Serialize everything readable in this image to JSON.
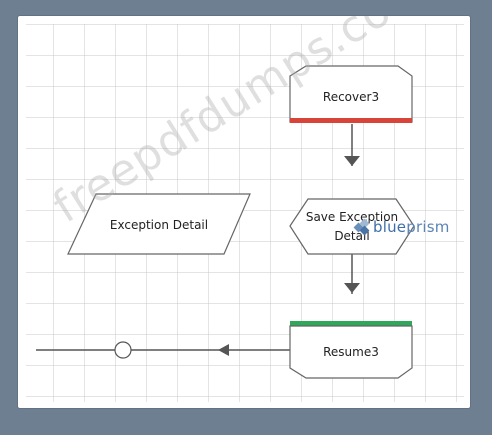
{
  "diagram": {
    "stages": [
      {
        "id": "recover",
        "label": "Recover3",
        "type": "recover"
      },
      {
        "id": "save-exception",
        "label_lines": [
          "Save Exception",
          "Detail"
        ],
        "type": "calculation"
      },
      {
        "id": "exception-detail",
        "label": "Exception Detail",
        "type": "data-item"
      },
      {
        "id": "resume",
        "label": "Resume3",
        "type": "resume"
      }
    ],
    "colors": {
      "recover_bar": "#d9443a",
      "resume_bar": "#2fa85a",
      "grid": "#c9c9c9",
      "link": "#555555",
      "frame": "#6e7f91"
    }
  },
  "watermark": {
    "text": "freepdfdumps.com"
  },
  "brand": {
    "text_a": "blue",
    "text_b": "prism"
  }
}
